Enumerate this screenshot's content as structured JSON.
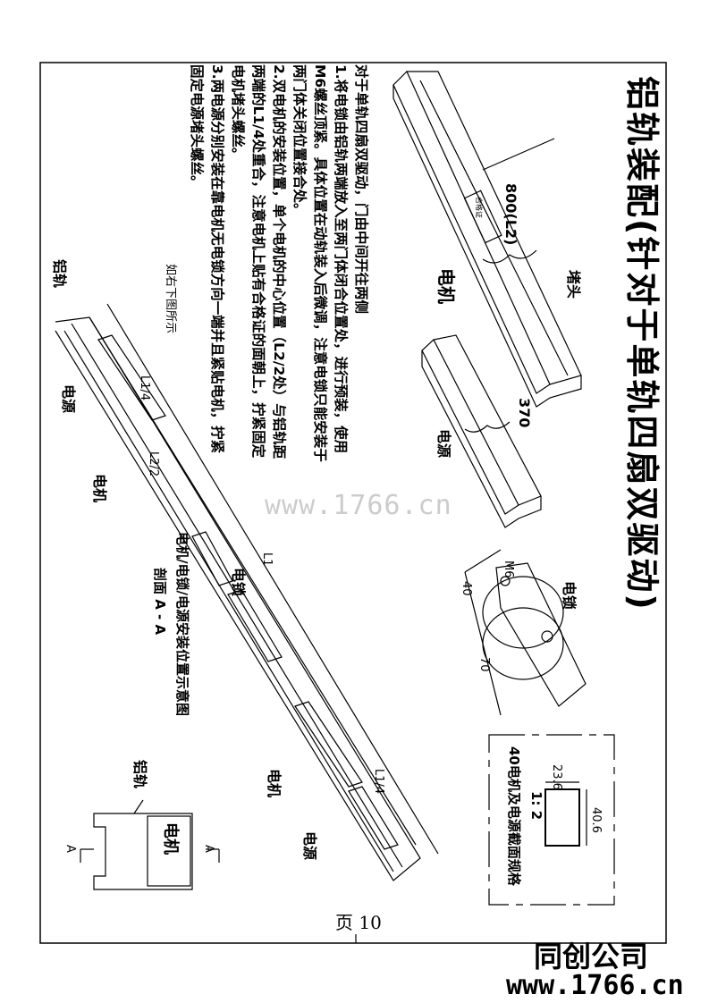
{
  "title": "铝轨装配(针对于单轨四扇双驱动)",
  "notes": [
    "对于单轨四扇双驱动，门由中间开往两侧",
    "1.将电锁由铝轨两端放入至两门体闭合位置处，进行预装，使用",
    "M6螺丝顶紧。具体位置在动轨装入后微调，注意电锁只能安装于",
    "两门体关闭位置接合处。",
    "2.双电机的安装位置，单个电机的中心位置（L2/2处）与铝轨距",
    "两端的L1/4处重合，注意电机上贴有合格证的面朝上，拧紧固定",
    "电机堵头螺丝。",
    "3.两电源分别安装在靠电机无电锁方向一端并且紧贴电机，拧紧",
    "固定电源堵头螺丝。"
  ],
  "see_figure": "如右下图所示",
  "motor_part": {
    "length": "800(L2)",
    "end_cap": "堵头",
    "name": "电机",
    "sticker": "合格证"
  },
  "power_part": {
    "length": "370",
    "name": "电源"
  },
  "lock_part": {
    "screw": "M6",
    "width": "40",
    "length": "70",
    "name": "电锁"
  },
  "assembly": {
    "rail": "铝轨",
    "l1_quarter_left": "L1/4",
    "l2_half": "L2/2",
    "l1": "L1",
    "l1_quarter_right": "L1/4",
    "power_left": "电源",
    "motor_left": "电机",
    "lock": "电锁",
    "motor_right": "电机",
    "power_right": "电源",
    "caption": "电机/电锁/电源安装位置示意图",
    "section": "剖面 A - A"
  },
  "cross_section": {
    "rail": "铝轨",
    "motor": "电机",
    "arrow_left": "A",
    "arrow_right": "A"
  },
  "profile_spec": {
    "caption": "40电机及电源截面规格",
    "scale": "1: 2",
    "width": "23.6",
    "height": "40.6"
  },
  "page": "页 10",
  "watermark": "www.1766.cn",
  "brand": {
    "name": "同创公司",
    "site": "www.1766.cn"
  }
}
